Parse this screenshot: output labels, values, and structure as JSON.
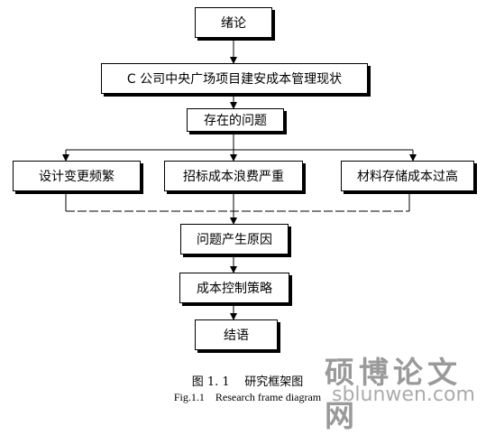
{
  "nodes": {
    "intro": "绪论",
    "status": "C 公司中央广场项目建安成本管理现状",
    "problems": "存在的问题",
    "problem_1": "设计变更频繁",
    "problem_2": "招标成本浪费严重",
    "problem_3": "材料存储成本过高",
    "causes": "问题产生原因",
    "strategy": "成本控制策略",
    "conclusion": "结语"
  },
  "caption": {
    "cn": "图 1. 1    研究框架图",
    "en": "Fig.1.1    Research frame diagram"
  },
  "watermark": {
    "logo": "硕博论文网",
    "url": "sblunwen.com"
  }
}
